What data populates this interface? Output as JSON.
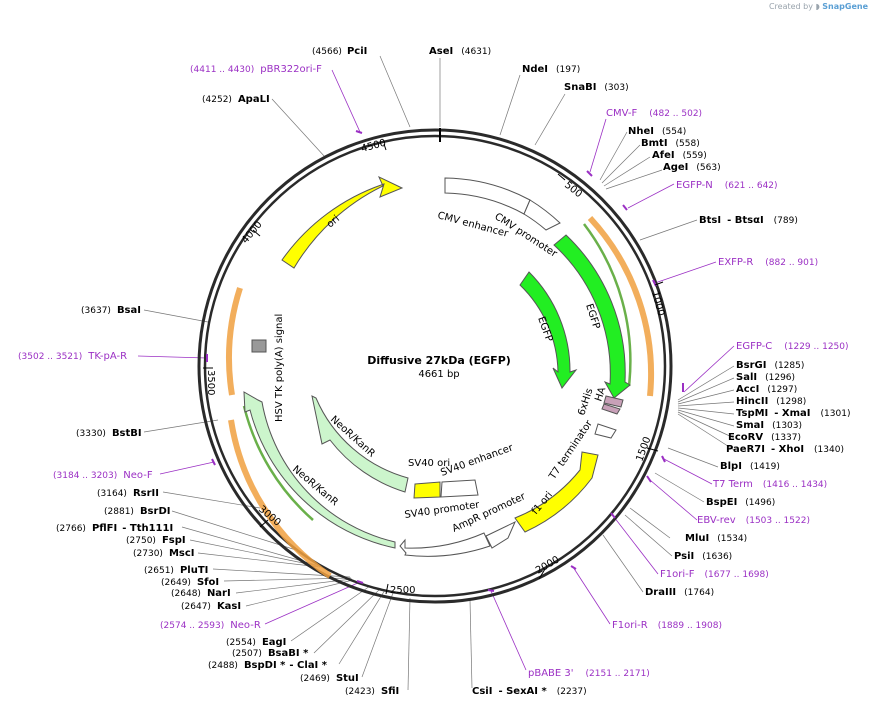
{
  "credit": {
    "prefix": "Created by",
    "brand": "SnapGene"
  },
  "plasmid": {
    "name": "Diffusive 27kDa (EGFP)",
    "length_label": "4661 bp",
    "length": 4661
  },
  "colors": {
    "primer": "#9b30c4",
    "ori": "#ffff00",
    "egfp": "#22ee22",
    "neo": "#ccf5cc",
    "orange": "#f0a040",
    "backbone": "#2a2a2a"
  },
  "ticks": [
    "500",
    "1000",
    "1500",
    "2000",
    "2500",
    "3000",
    "3500",
    "4000",
    "4500"
  ],
  "features": [
    {
      "label": "ori",
      "color": "#ffff00"
    },
    {
      "label": "CMV enhancer",
      "color": "#ffffff"
    },
    {
      "label": "CMV promoter",
      "color": "#ffffff"
    },
    {
      "label": "EGFP",
      "color": "#22ee22"
    },
    {
      "label": "EGFP",
      "color": "#22ee22"
    },
    {
      "label": "6xHis",
      "color": "#c8a0b8"
    },
    {
      "label": "HA",
      "color": "#c8a0b8"
    },
    {
      "label": "T7 terminator",
      "color": "#ffffff"
    },
    {
      "label": "f1 ori",
      "color": "#ffff00"
    },
    {
      "label": "AmpR promoter",
      "color": "#ffffff"
    },
    {
      "label": "SV40 promoter",
      "color": "#ffffff"
    },
    {
      "label": "SV40 enhancer",
      "color": "#ffffff"
    },
    {
      "label": "SV40 ori",
      "color": "#ffff00"
    },
    {
      "label": "NeoR/KanR",
      "color": "#ccf5cc"
    },
    {
      "label": "NeoR/KanR",
      "color": "#ccf5cc"
    },
    {
      "label": "HSV TK poly(A) signal",
      "color": "#999999"
    }
  ],
  "enzymes": [
    {
      "name": "PciI",
      "pos": "(4566)"
    },
    {
      "name": "AseI",
      "pos": "(4631)"
    },
    {
      "name": "NdeI",
      "pos": "(197)"
    },
    {
      "name": "SnaBI",
      "pos": "(303)"
    },
    {
      "name": "NheI",
      "pos": "(554)"
    },
    {
      "name": "BmtI",
      "pos": "(558)"
    },
    {
      "name": "AfeI",
      "pos": "(559)"
    },
    {
      "name": "AgeI",
      "pos": "(563)"
    },
    {
      "name": "BtsI",
      "name2": "BtsαI",
      "pos": "(789)"
    },
    {
      "name": "BsrGI",
      "pos": "(1285)"
    },
    {
      "name": "SalI",
      "pos": "(1296)"
    },
    {
      "name": "AccI",
      "pos": "(1297)"
    },
    {
      "name": "HincII",
      "pos": "(1298)"
    },
    {
      "name": "TspMI",
      "name2": "XmaI",
      "pos": "(1301)"
    },
    {
      "name": "SmaI",
      "pos": "(1303)"
    },
    {
      "name": "EcoRV",
      "pos": "(1337)"
    },
    {
      "name": "PaeR7I",
      "name2": "XhoI",
      "pos": "(1340)"
    },
    {
      "name": "BlpI",
      "pos": "(1419)"
    },
    {
      "name": "BspEI",
      "pos": "(1496)"
    },
    {
      "name": "MluI",
      "pos": "(1534)"
    },
    {
      "name": "PsiI",
      "pos": "(1636)"
    },
    {
      "name": "DraIII",
      "pos": "(1764)"
    },
    {
      "name": "CsiI",
      "name2": "SexAI *",
      "pos": "(2237)"
    },
    {
      "name": "SfiI",
      "pos": "(2423)"
    },
    {
      "name": "StuI",
      "pos": "(2469)"
    },
    {
      "name": "BspDI *",
      "name2": "ClaI *",
      "pos": "(2488)"
    },
    {
      "name": "BsaBI *",
      "pos": "(2507)"
    },
    {
      "name": "EagI",
      "pos": "(2554)"
    },
    {
      "name": "KasI",
      "pos": "(2647)"
    },
    {
      "name": "NarI",
      "pos": "(2648)"
    },
    {
      "name": "SfoI",
      "pos": "(2649)"
    },
    {
      "name": "PluTI",
      "pos": "(2651)"
    },
    {
      "name": "MscI",
      "pos": "(2730)"
    },
    {
      "name": "FspI",
      "pos": "(2750)"
    },
    {
      "name": "PflFI",
      "name2": "Tth111I",
      "pos": "(2766)"
    },
    {
      "name": "BsrDI",
      "pos": "(2881)"
    },
    {
      "name": "RsrII",
      "pos": "(3164)"
    },
    {
      "name": "BstBI",
      "pos": "(3330)"
    },
    {
      "name": "BsaI",
      "pos": "(3637)"
    },
    {
      "name": "ApaLI",
      "pos": "(4252)"
    }
  ],
  "primers": [
    {
      "name": "pBR322ori-F",
      "pos": "(4411 .. 4430)"
    },
    {
      "name": "CMV-F",
      "pos": "(482 .. 502)"
    },
    {
      "name": "EGFP-N",
      "pos": "(621 .. 642)"
    },
    {
      "name": "EXFP-R",
      "pos": "(882 .. 901)"
    },
    {
      "name": "EGFP-C",
      "pos": "(1229 .. 1250)"
    },
    {
      "name": "T7 Term",
      "pos": "(1416 .. 1434)"
    },
    {
      "name": "EBV-rev",
      "pos": "(1503 .. 1522)"
    },
    {
      "name": "F1ori-F",
      "pos": "(1677 .. 1698)"
    },
    {
      "name": "F1ori-R",
      "pos": "(1889 .. 1908)"
    },
    {
      "name": "pBABE 3'",
      "pos": "(2151 .. 2171)"
    },
    {
      "name": "Neo-R",
      "pos": "(2574 .. 2593)"
    },
    {
      "name": "Neo-F",
      "pos": "(3184 .. 3203)"
    },
    {
      "name": "TK-pA-R",
      "pos": "(3502 .. 3521)"
    }
  ]
}
